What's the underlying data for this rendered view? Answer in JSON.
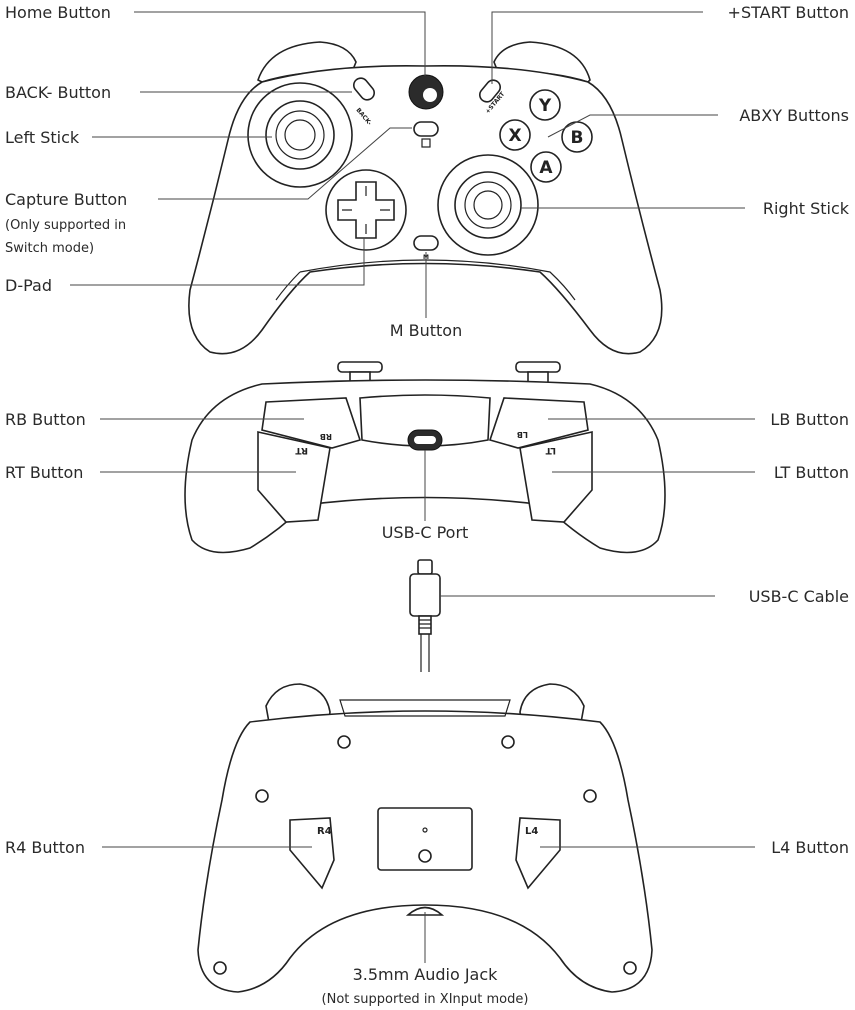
{
  "labels": {
    "home": "Home Button",
    "start": "+START Button",
    "back": "BACK- Button",
    "abxy": "ABXY Buttons",
    "left_stick": "Left Stick",
    "capture": "Capture Button",
    "capture_note_1": "(Only supported in",
    "capture_note_2": "Switch mode)",
    "right_stick": "Right Stick",
    "dpad": "D-Pad",
    "m_button": "M Button",
    "rb": "RB Button",
    "lb": "LB Button",
    "rt": "RT Button",
    "lt": "LT Button",
    "usbc_port": "USB-C Port",
    "usbc_cable": "USB-C Cable",
    "r4": "R4 Button",
    "l4": "L4 Button",
    "audio": "3.5mm Audio Jack",
    "audio_note": "(Not supported in XInput mode)"
  },
  "markings": {
    "y": "Y",
    "x": "X",
    "b": "B",
    "a": "A",
    "back": "BACK-",
    "start": "+START",
    "m": "M",
    "rb": "RB",
    "rt": "RT",
    "lb": "LB",
    "lt": "LT",
    "r4": "R4",
    "l4": "L4"
  }
}
